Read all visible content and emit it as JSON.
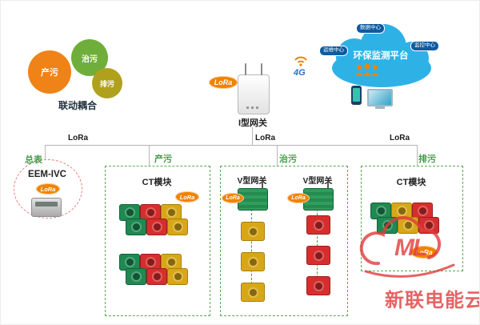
{
  "gears": {
    "produce": "产污",
    "treat": "治污",
    "discharge": "排污",
    "caption": "联动耦合"
  },
  "gateway": {
    "label": "I型网关",
    "lora_badge": "LoRa",
    "signal": "4G"
  },
  "cloud": {
    "title": "环保监测平台",
    "badges": [
      "数据中心",
      "运维中心",
      "监控中心"
    ]
  },
  "bus": {
    "lora_labels": [
      "LoRa",
      "LoRa",
      "LoRa"
    ]
  },
  "meter": {
    "tag": "总表",
    "model": "EEM-IVC",
    "lora_badge": "LoRa"
  },
  "zones": {
    "produce": {
      "title": "产污",
      "ct_label": "CT模块",
      "lora_badge": "LoRa"
    },
    "treat": {
      "title": "治污",
      "gateways": [
        {
          "label": "V型网关",
          "lora_badge": "LoRa"
        },
        {
          "label": "V型网关",
          "lora_badge": "LoRa"
        }
      ]
    },
    "discharge": {
      "title": "排污",
      "ct_label": "CT模块",
      "lora_badge": "LoRa"
    }
  },
  "watermark": {
    "logo": "ML",
    "text": "新联电能云"
  },
  "colors": {
    "accent_orange": "#f08300",
    "zone_green": "#5aa84f",
    "alert_red": "#e23c3c",
    "cloud_blue": "#2eb2e5"
  }
}
